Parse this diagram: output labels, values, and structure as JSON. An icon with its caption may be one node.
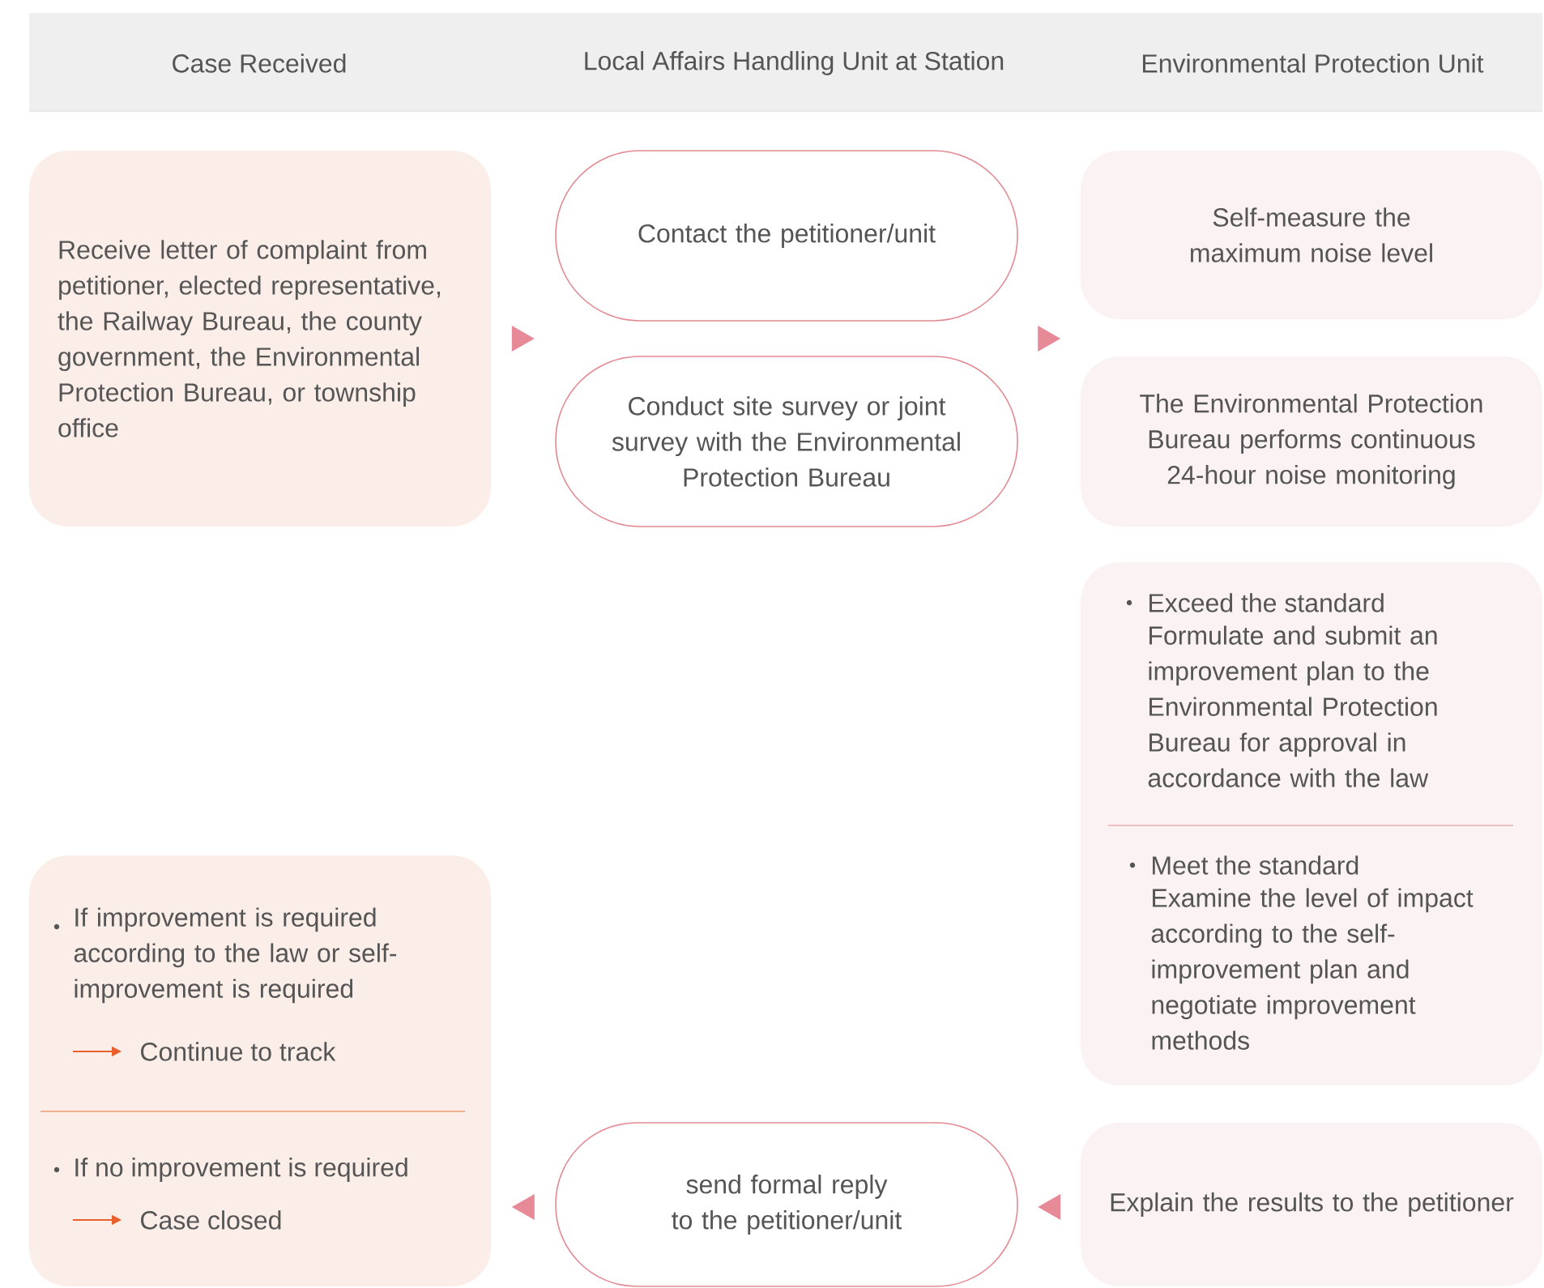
{
  "diagram": {
    "nodes": [
      {
        "text": [
          "Receive letter of complaint from petitioner, elected representative, the Railway Bureau, the county government, the Environmental Protection Bureau, or township office"
        ]
      },
      {
        "text": [
          "Contact the petitioner/unit"
        ]
      },
      {
        "text": [
          "Conduct site survey or joint survey with the Environmental Protection Bureau"
        ]
      },
      {
        "text": [
          "Self-measure the maximum noise level"
        ]
      },
      {
        "text": [
          "The Environmental Protection Bureau performs continuous 24-hour noise monitoring"
        ]
      },
      {
        "text": [
          "Exceed the standard",
          "Formulate and submit an improvement plan to the Environmental Protection Bureau for approval in accordance with the law",
          "Meet the standard",
          "Examine the level of impact according to the self-improvement plan and negotiate improvement methods"
        ]
      },
      {
        "text": [
          "Explain the results to the petitioner"
        ]
      },
      {
        "text": [
          "send formal reply to the petitioner/unit"
        ]
      },
      {
        "text": [
          "If improvement is required according to the law or self-improvement is required",
          "Continue to track",
          "If no improvement is required",
          "Case closed"
        ]
      }
    ],
    "edges": [
      {
        "from": 0,
        "to": 1,
        "arrow": "to"
      },
      {
        "from": 0,
        "to": 2,
        "arrow": "to"
      },
      {
        "from": 1,
        "to": 3,
        "arrow": "to"
      },
      {
        "from": 1,
        "to": 4,
        "arrow": "to"
      },
      {
        "from": 2,
        "to": 3,
        "arrow": "to"
      },
      {
        "from": 2,
        "to": 4,
        "arrow": "to"
      },
      {
        "from": 6,
        "to": 7,
        "arrow": "to"
      },
      {
        "from": 7,
        "to": 8,
        "arrow": "to"
      }
    ],
    "labels": [
      "Case Received",
      "Local Affairs Handling Unit at Station",
      "Environmental Protection Unit"
    ]
  }
}
